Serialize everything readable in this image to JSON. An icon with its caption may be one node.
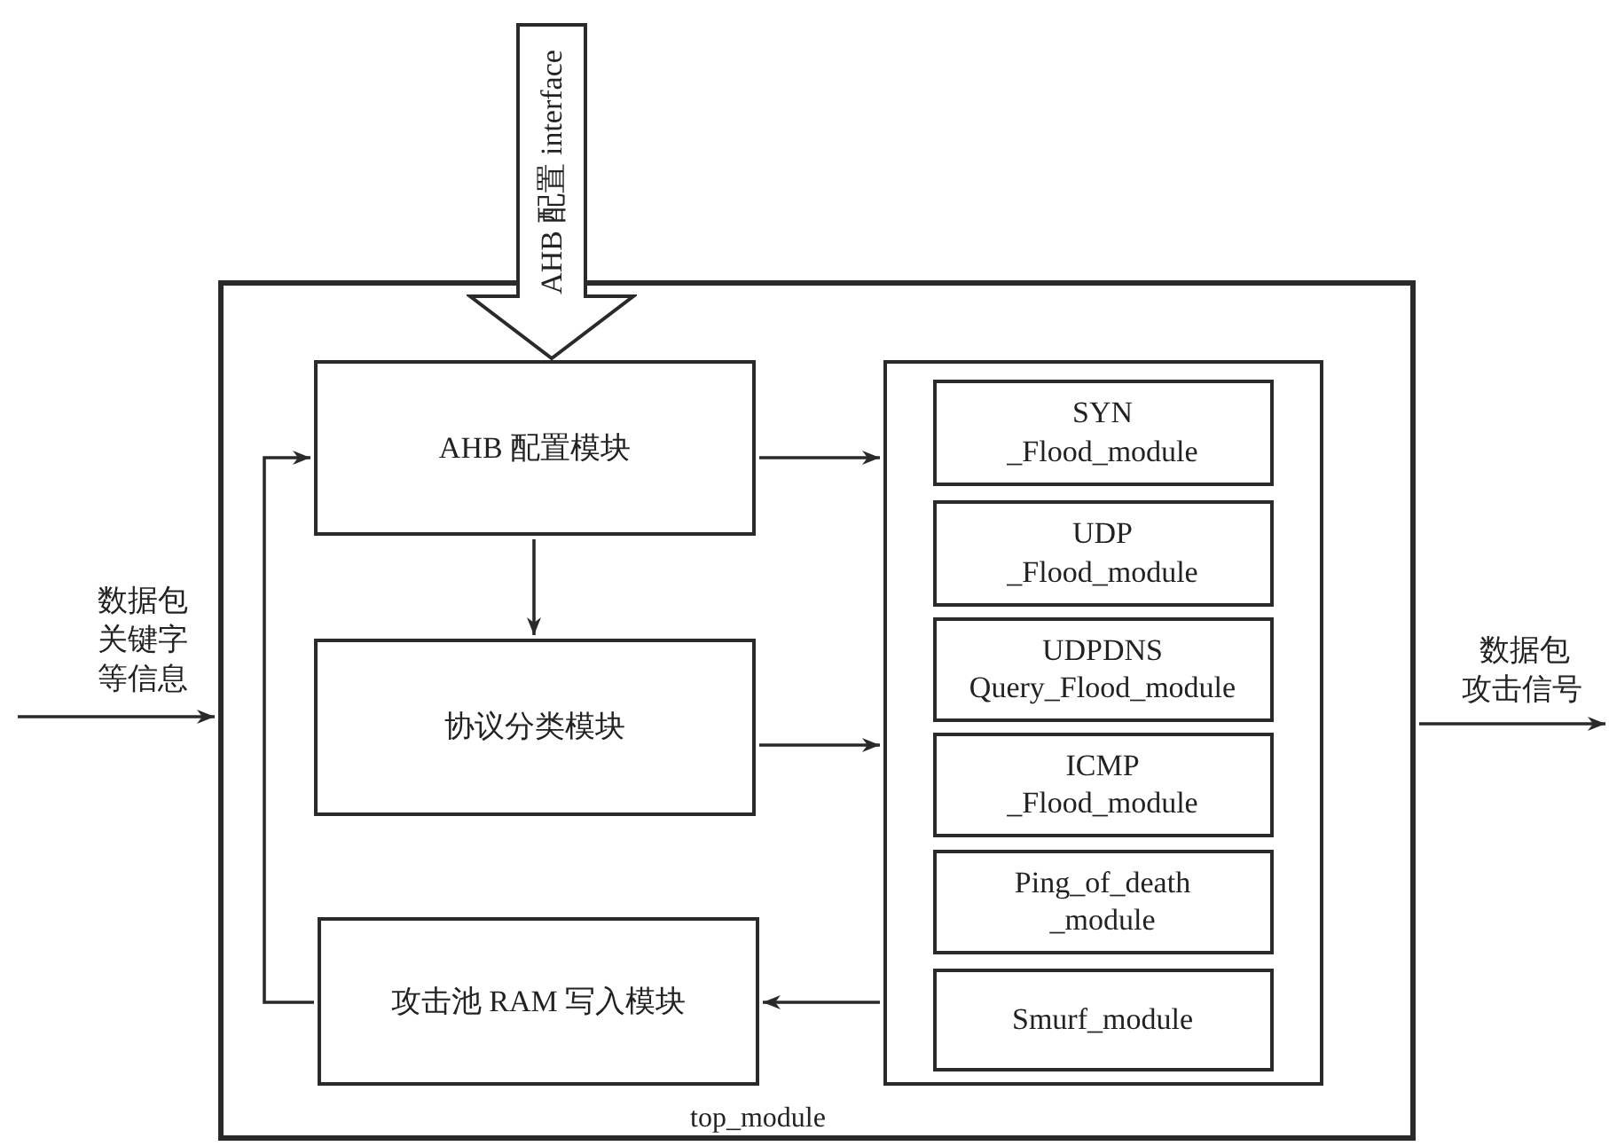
{
  "diagram": {
    "nodes": [
      {
        "text": [
          "top_module"
        ]
      },
      {
        "text": [
          "AHB 配置 interface"
        ]
      },
      {
        "text": [
          "AHB 配置模块"
        ],
        "in": 0
      },
      {
        "text": [
          "协议分类模块"
        ],
        "in": 0
      },
      {
        "text": [
          "攻击池 RAM 写入模块"
        ],
        "in": 0
      },
      {
        "text": [],
        "shape": "box",
        "in": 0
      },
      {
        "text": [
          "SYN _Flood_module"
        ],
        "in": 5
      },
      {
        "text": [
          "UDP _Flood_module"
        ],
        "in": 5
      },
      {
        "text": [
          "UDPDNS Query_Flood_module"
        ],
        "in": 5
      },
      {
        "text": [
          "ICMP _Flood_module"
        ],
        "in": 5
      },
      {
        "text": [
          "Ping_of_death _module"
        ],
        "in": 5
      },
      {
        "text": [
          "Smurf_module"
        ],
        "in": 5
      }
    ],
    "edges": [
      {
        "from": null,
        "to": 0,
        "arrow": "to",
        "label": "数据包关键字等信息"
      },
      {
        "from": 0,
        "to": null,
        "arrow": "to",
        "label": "数据包攻击信号"
      },
      {
        "from": 2,
        "to": 5,
        "arrow": "to"
      },
      {
        "from": 2,
        "to": 3,
        "arrow": "to"
      },
      {
        "from": 3,
        "to": 5,
        "arrow": "to"
      },
      {
        "from": 5,
        "to": 4,
        "arrow": "to"
      },
      {
        "from": 4,
        "to": 2,
        "arrow": "to"
      }
    ]
  }
}
